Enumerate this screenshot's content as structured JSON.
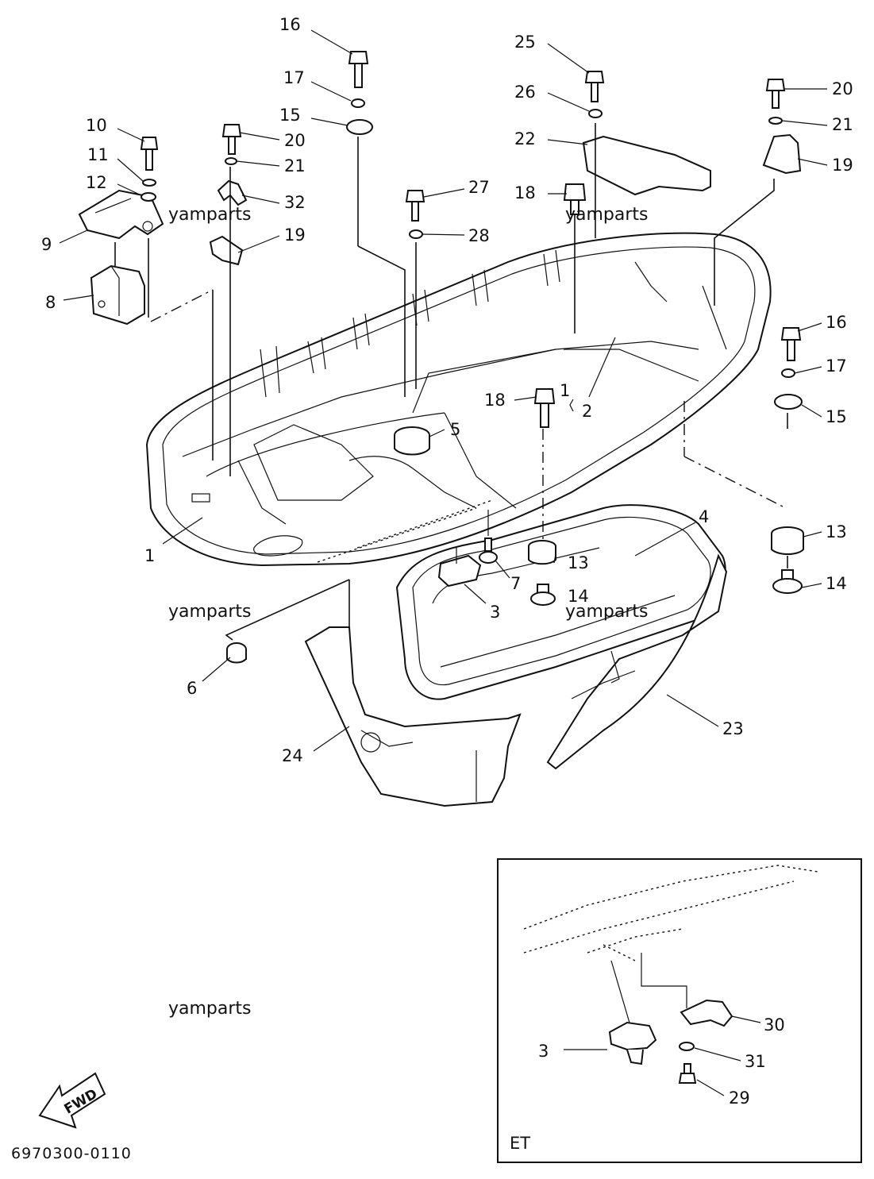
{
  "callouts": {
    "c1a": "1",
    "c1b": "1",
    "c2": "2",
    "c3a": "3",
    "c3b": "3",
    "c4": "4",
    "c5": "5",
    "c6": "6",
    "c7": "7",
    "c8": "8",
    "c9": "9",
    "c10": "10",
    "c11": "11",
    "c12": "12",
    "c13a": "13",
    "c13b": "13",
    "c14a": "14",
    "c14b": "14",
    "c15a": "15",
    "c15b": "15",
    "c16a": "16",
    "c16b": "16",
    "c17a": "17",
    "c17b": "17",
    "c18a": "18",
    "c18b": "18",
    "c19a": "19",
    "c19b": "19",
    "c20a": "20",
    "c20b": "20",
    "c21a": "21",
    "c21b": "21",
    "c22": "22",
    "c23": "23",
    "c24": "24",
    "c25": "25",
    "c26": "26",
    "c27": "27",
    "c28": "28",
    "c29": "29",
    "c30": "30",
    "c31": "31",
    "c32": "32"
  },
  "watermark": "yamparts",
  "inset_label": "ET",
  "fwd_label": "FWD",
  "drawing_code": "6970300-0110"
}
